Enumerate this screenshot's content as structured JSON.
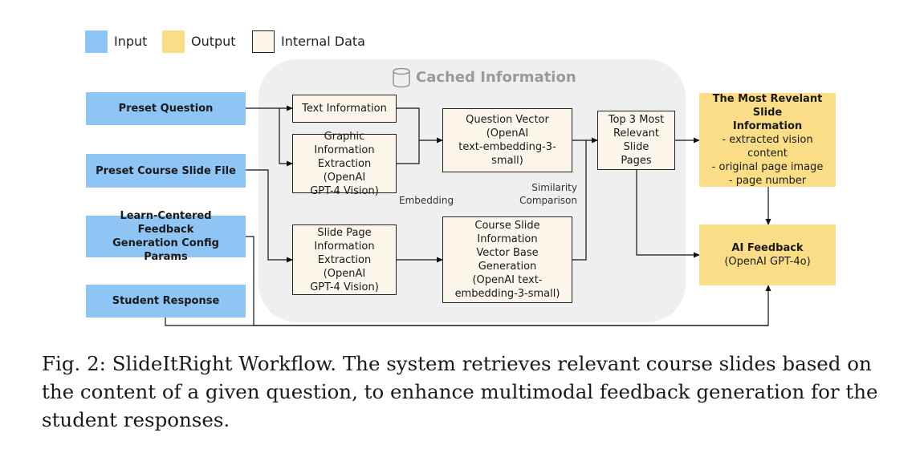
{
  "legend": {
    "input": "Input",
    "output": "Output",
    "internal": "Internal Data"
  },
  "cache": {
    "title": "Cached Information",
    "icon": "database-icon"
  },
  "inputs": {
    "preset_question": "Preset Question",
    "preset_slide_file": "Preset Course Slide File",
    "config_line1": "Learn-Centered Feedback",
    "config_line2": "Generation Config Params",
    "student_response": "Student Response"
  },
  "internal": {
    "text_info": "Text Information",
    "graphic_line1": "Graphic Information",
    "graphic_line2": "Extraction (OpenAI",
    "graphic_line3": "GPT-4 Vision)",
    "slide_page_line1": "Slide Page",
    "slide_page_line2": "Information",
    "slide_page_line3": "Extraction (OpenAI",
    "slide_page_line4": "GPT-4 Vision)",
    "question_vector_line1": "Question Vector (OpenAI",
    "question_vector_line2": "text-embedding-3-small)",
    "course_vector_line1": "Course Slide Information",
    "course_vector_line2": "Vector Base Generation",
    "course_vector_line3": "(OpenAI text-",
    "course_vector_line4": "embedding-3-small)",
    "top3_line1": "Top 3 Most",
    "top3_line2": "Relevant Slide",
    "top3_line3": "Pages"
  },
  "outputs": {
    "most_relevant_title_line1": "The Most Revelant Slide",
    "most_relevant_title_line2": "Information",
    "most_relevant_item1": "- extracted vision content",
    "most_relevant_item2": "- original page image",
    "most_relevant_item3": "- page number",
    "ai_feedback_title": "AI Feedback",
    "ai_feedback_model": "(OpenAI GPT-4o)"
  },
  "edge_labels": {
    "embedding": "Embedding",
    "similarity_line1": "Similarity",
    "similarity_line2": "Comparison"
  },
  "caption": "Fig. 2: SlideItRight Workflow. The system retrieves relevant course slides based on the content of a given question, to enhance multimodal feedback generation for the student responses.",
  "colors": {
    "input": "#8ec5f4",
    "output": "#fbdd87",
    "internal": "#fbf5ea",
    "cache_background": "#efefef"
  }
}
